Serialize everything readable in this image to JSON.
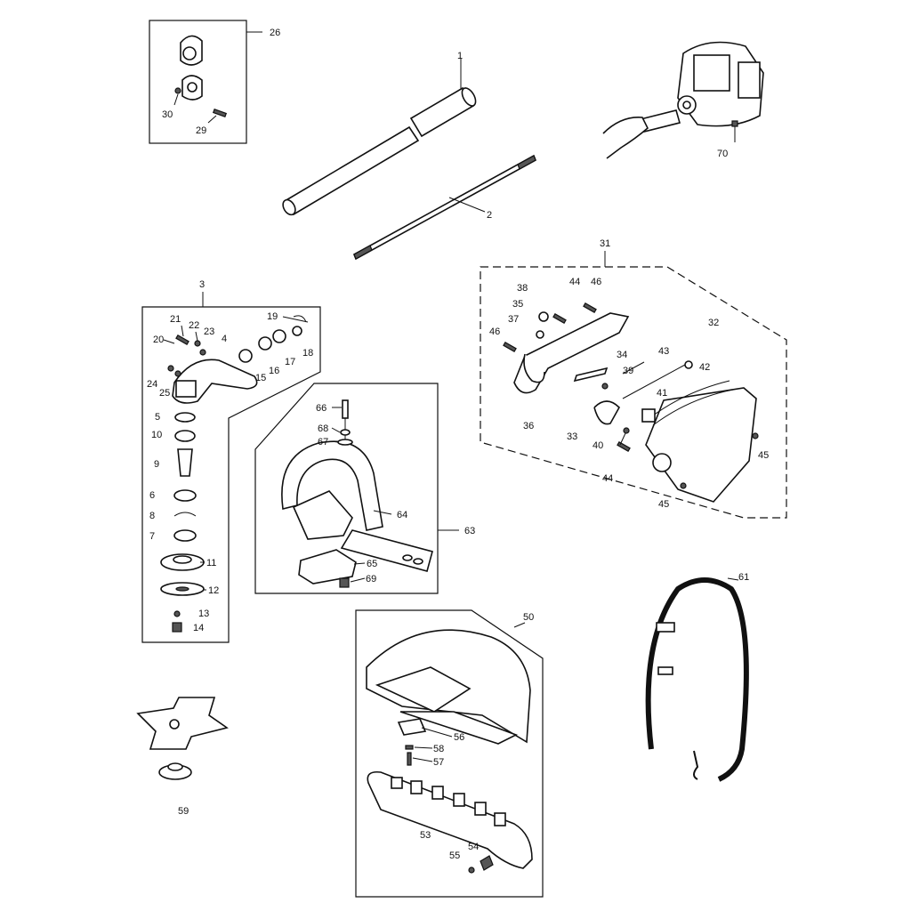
{
  "labels": {
    "p1": "1",
    "p2": "2",
    "p3": "3",
    "p4": "4",
    "p5": "5",
    "p6": "6",
    "p7": "7",
    "p8": "8",
    "p9": "9",
    "p10": "10",
    "p11": "11",
    "p12": "12",
    "p13": "13",
    "p14": "14",
    "p15": "15",
    "p16": "16",
    "p17": "17",
    "p18": "18",
    "p19": "19",
    "p20": "20",
    "p21": "21",
    "p22": "22",
    "p23": "23",
    "p24": "24",
    "p25": "25",
    "p26": "26",
    "p29": "29",
    "p30": "30",
    "p31": "31",
    "p32": "32",
    "p33": "33",
    "p34": "34",
    "p35": "35",
    "p36": "36",
    "p37": "37",
    "p38": "38",
    "p39": "39",
    "p40": "40",
    "p41": "41",
    "p42": "42",
    "p43": "43",
    "p44a": "44",
    "p44b": "44",
    "p45a": "45",
    "p45b": "45",
    "p46a": "46",
    "p46b": "46",
    "p50": "50",
    "p53": "53",
    "p54": "54",
    "p55": "55",
    "p56": "56",
    "p57": "57",
    "p58": "58",
    "p59": "59",
    "p61": "61",
    "p63": "63",
    "p64": "64",
    "p65": "65",
    "p66": "66",
    "p67": "67",
    "p68": "68",
    "p69": "69",
    "p70": "70"
  }
}
